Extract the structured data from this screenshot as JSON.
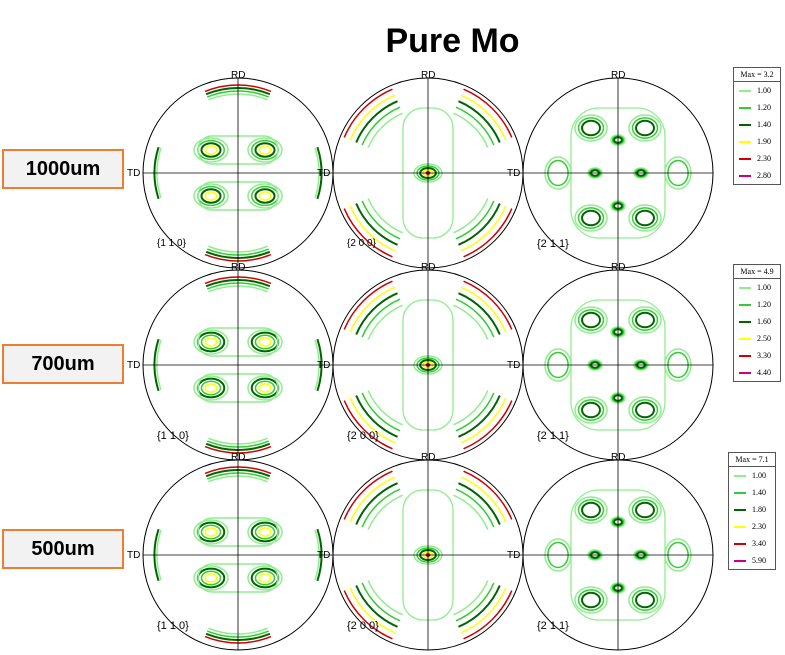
{
  "title": "Pure Mo",
  "axis_labels": {
    "rd": "RD",
    "td": "TD"
  },
  "rows": [
    {
      "label": "1000um",
      "planes": [
        "{1 1 0}",
        "{2 0 0}",
        "{2 1 1}"
      ],
      "legend": {
        "max": "Max = 3.2",
        "levels": [
          "1.00",
          "1.20",
          "1.40",
          "1.90",
          "2.30",
          "2.80"
        ]
      }
    },
    {
      "label": "700um",
      "planes": [
        "{1 1 0}",
        "{2 0 0}",
        "{2 1 1}"
      ],
      "legend": {
        "max": "Max = 4.9",
        "levels": [
          "1.00",
          "1.20",
          "1.60",
          "2.50",
          "3.30",
          "4.40"
        ]
      }
    },
    {
      "label": "500um",
      "planes": [
        "{1 1 0}",
        "{2 0 0}",
        "{2 1 1}"
      ],
      "legend": {
        "max": "Max = 7.1",
        "levels": [
          "1.00",
          "1.40",
          "1.80",
          "2.30",
          "3.40",
          "5.90"
        ]
      }
    }
  ],
  "level_colors": [
    "#90ee90",
    "#32cd32",
    "#006400",
    "#ffff00",
    "#d00000",
    "#d0007a"
  ]
}
